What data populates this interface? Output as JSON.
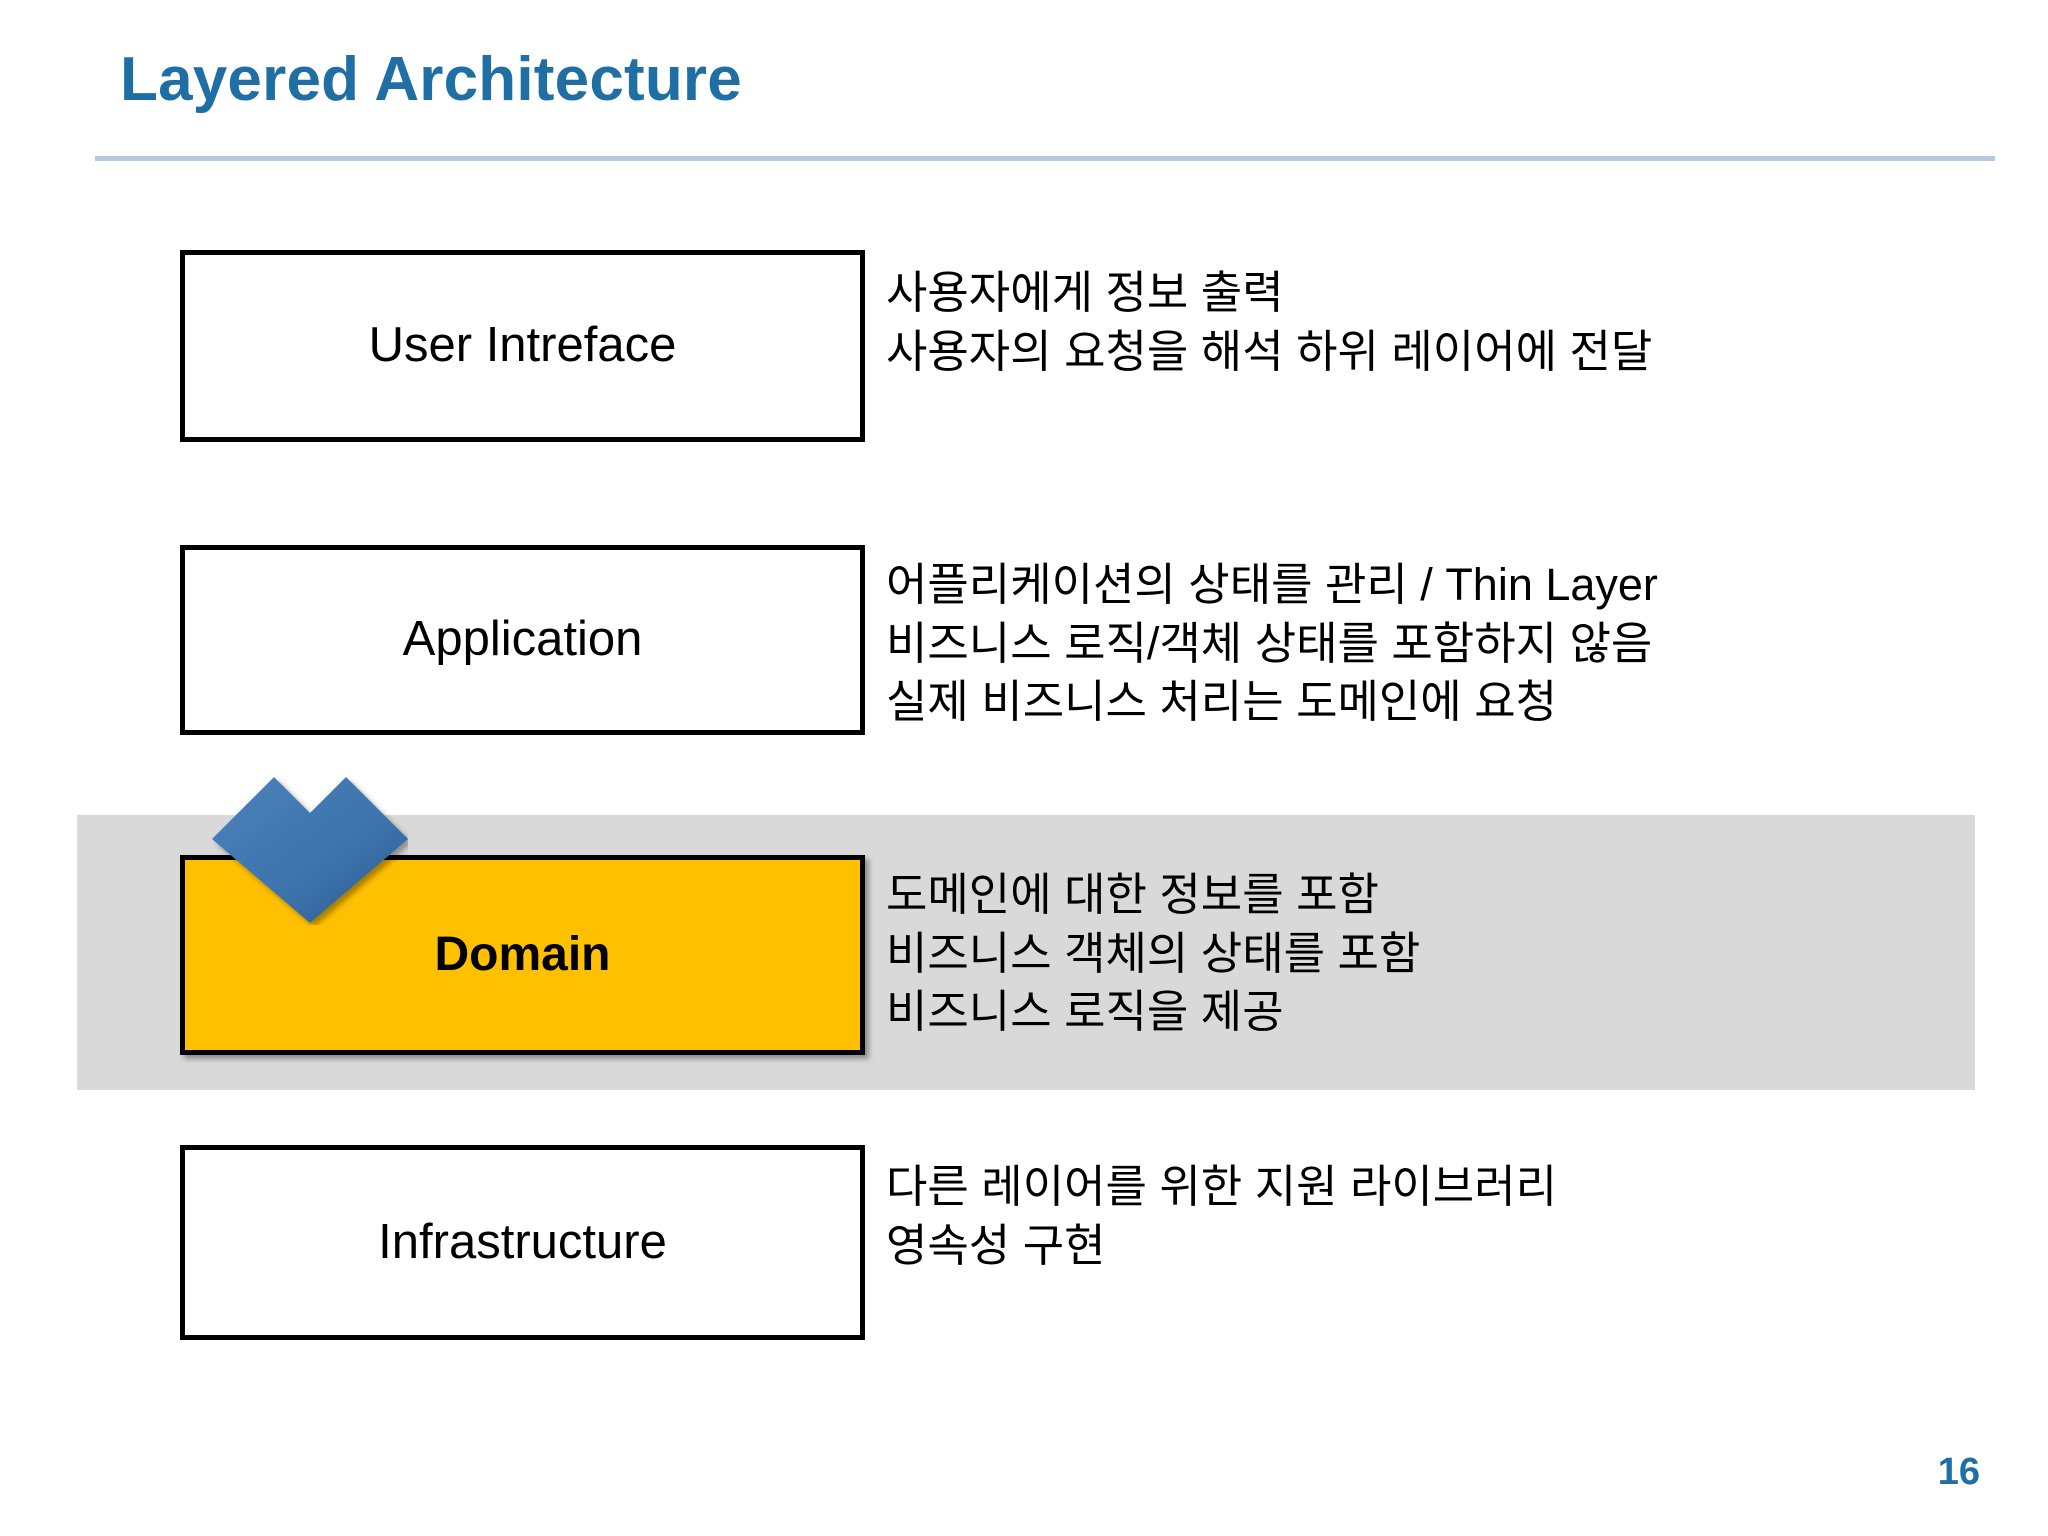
{
  "slide": {
    "title": "Layered Architecture",
    "page_number": "16",
    "title_color": "#1F6FA5",
    "rule_color": "#B6C9DD",
    "highlight_band_color": "#D9D9D9",
    "highlight_layer_color": "#FFC000",
    "marker_color": "#3E74AE"
  },
  "layers": [
    {
      "name": "User Intreface",
      "description": "사용자에게 정보 출력\n사용자의 요청을 해석 하위 레이어에 전달",
      "highlighted": "false"
    },
    {
      "name": "Application",
      "description": "어플리케이션의 상태를 관리 / Thin Layer\n비즈니스 로직/객체 상태를 포함하지 않음\n실제 비즈니스 처리는 도메인에 요청",
      "highlighted": "false"
    },
    {
      "name": "Domain",
      "description": "도메인에 대한 정보를 포함\n비즈니스 객체의 상태를 포함\n비즈니스 로직을 제공",
      "highlighted": "true"
    },
    {
      "name": "Infrastructure",
      "description": "다른 레이어를 위한 지원 라이브러리\n영속성 구현",
      "highlighted": "false"
    }
  ]
}
